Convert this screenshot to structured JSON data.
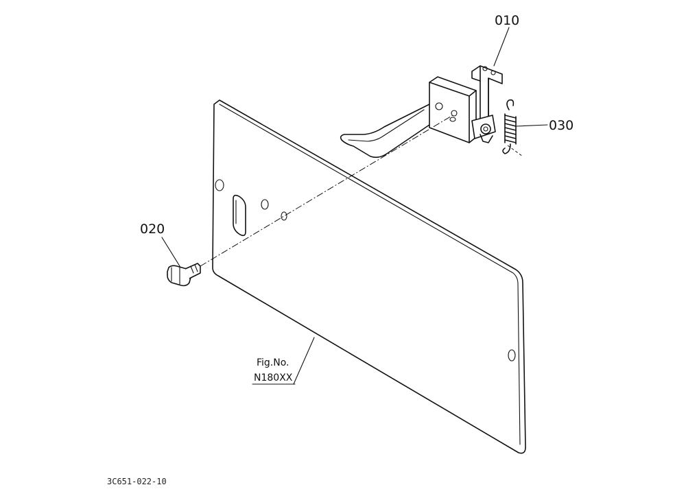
{
  "callouts": {
    "part_010": "010",
    "part_020": "020",
    "part_030": "030"
  },
  "figure_ref": {
    "line1": "Fig.No.",
    "line2": "N180XX"
  },
  "drawing_code": "3C651-022-10"
}
